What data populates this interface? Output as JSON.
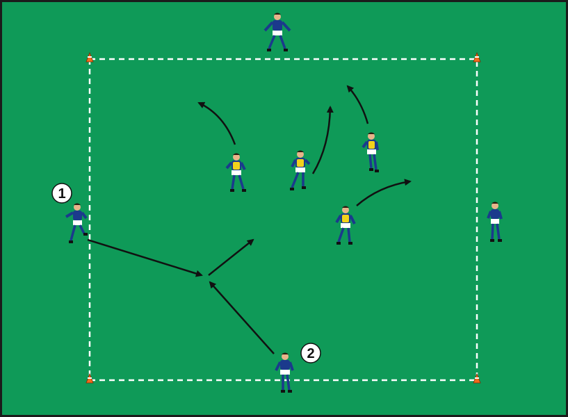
{
  "colors": {
    "pitch": "#0f9a58",
    "border": "#1b1b1b",
    "boundary": "#ffffff",
    "arrow": "#111111",
    "cone": "#f26a1b",
    "blue_shirt": "#1b3a8c",
    "yellow_bib": "#f2d21b",
    "shorts": "#ffffff",
    "skin": "#e8b48a",
    "hair": "#2a1a0e"
  },
  "markers": [
    {
      "id": "marker-1",
      "label": "1"
    },
    {
      "id": "marker-2",
      "label": "2"
    }
  ],
  "players": {
    "blue_count": 4,
    "yellow_count": 4
  },
  "cones": {
    "count": 4
  },
  "arrows": {
    "pass_count": 2,
    "run_count": 4
  }
}
